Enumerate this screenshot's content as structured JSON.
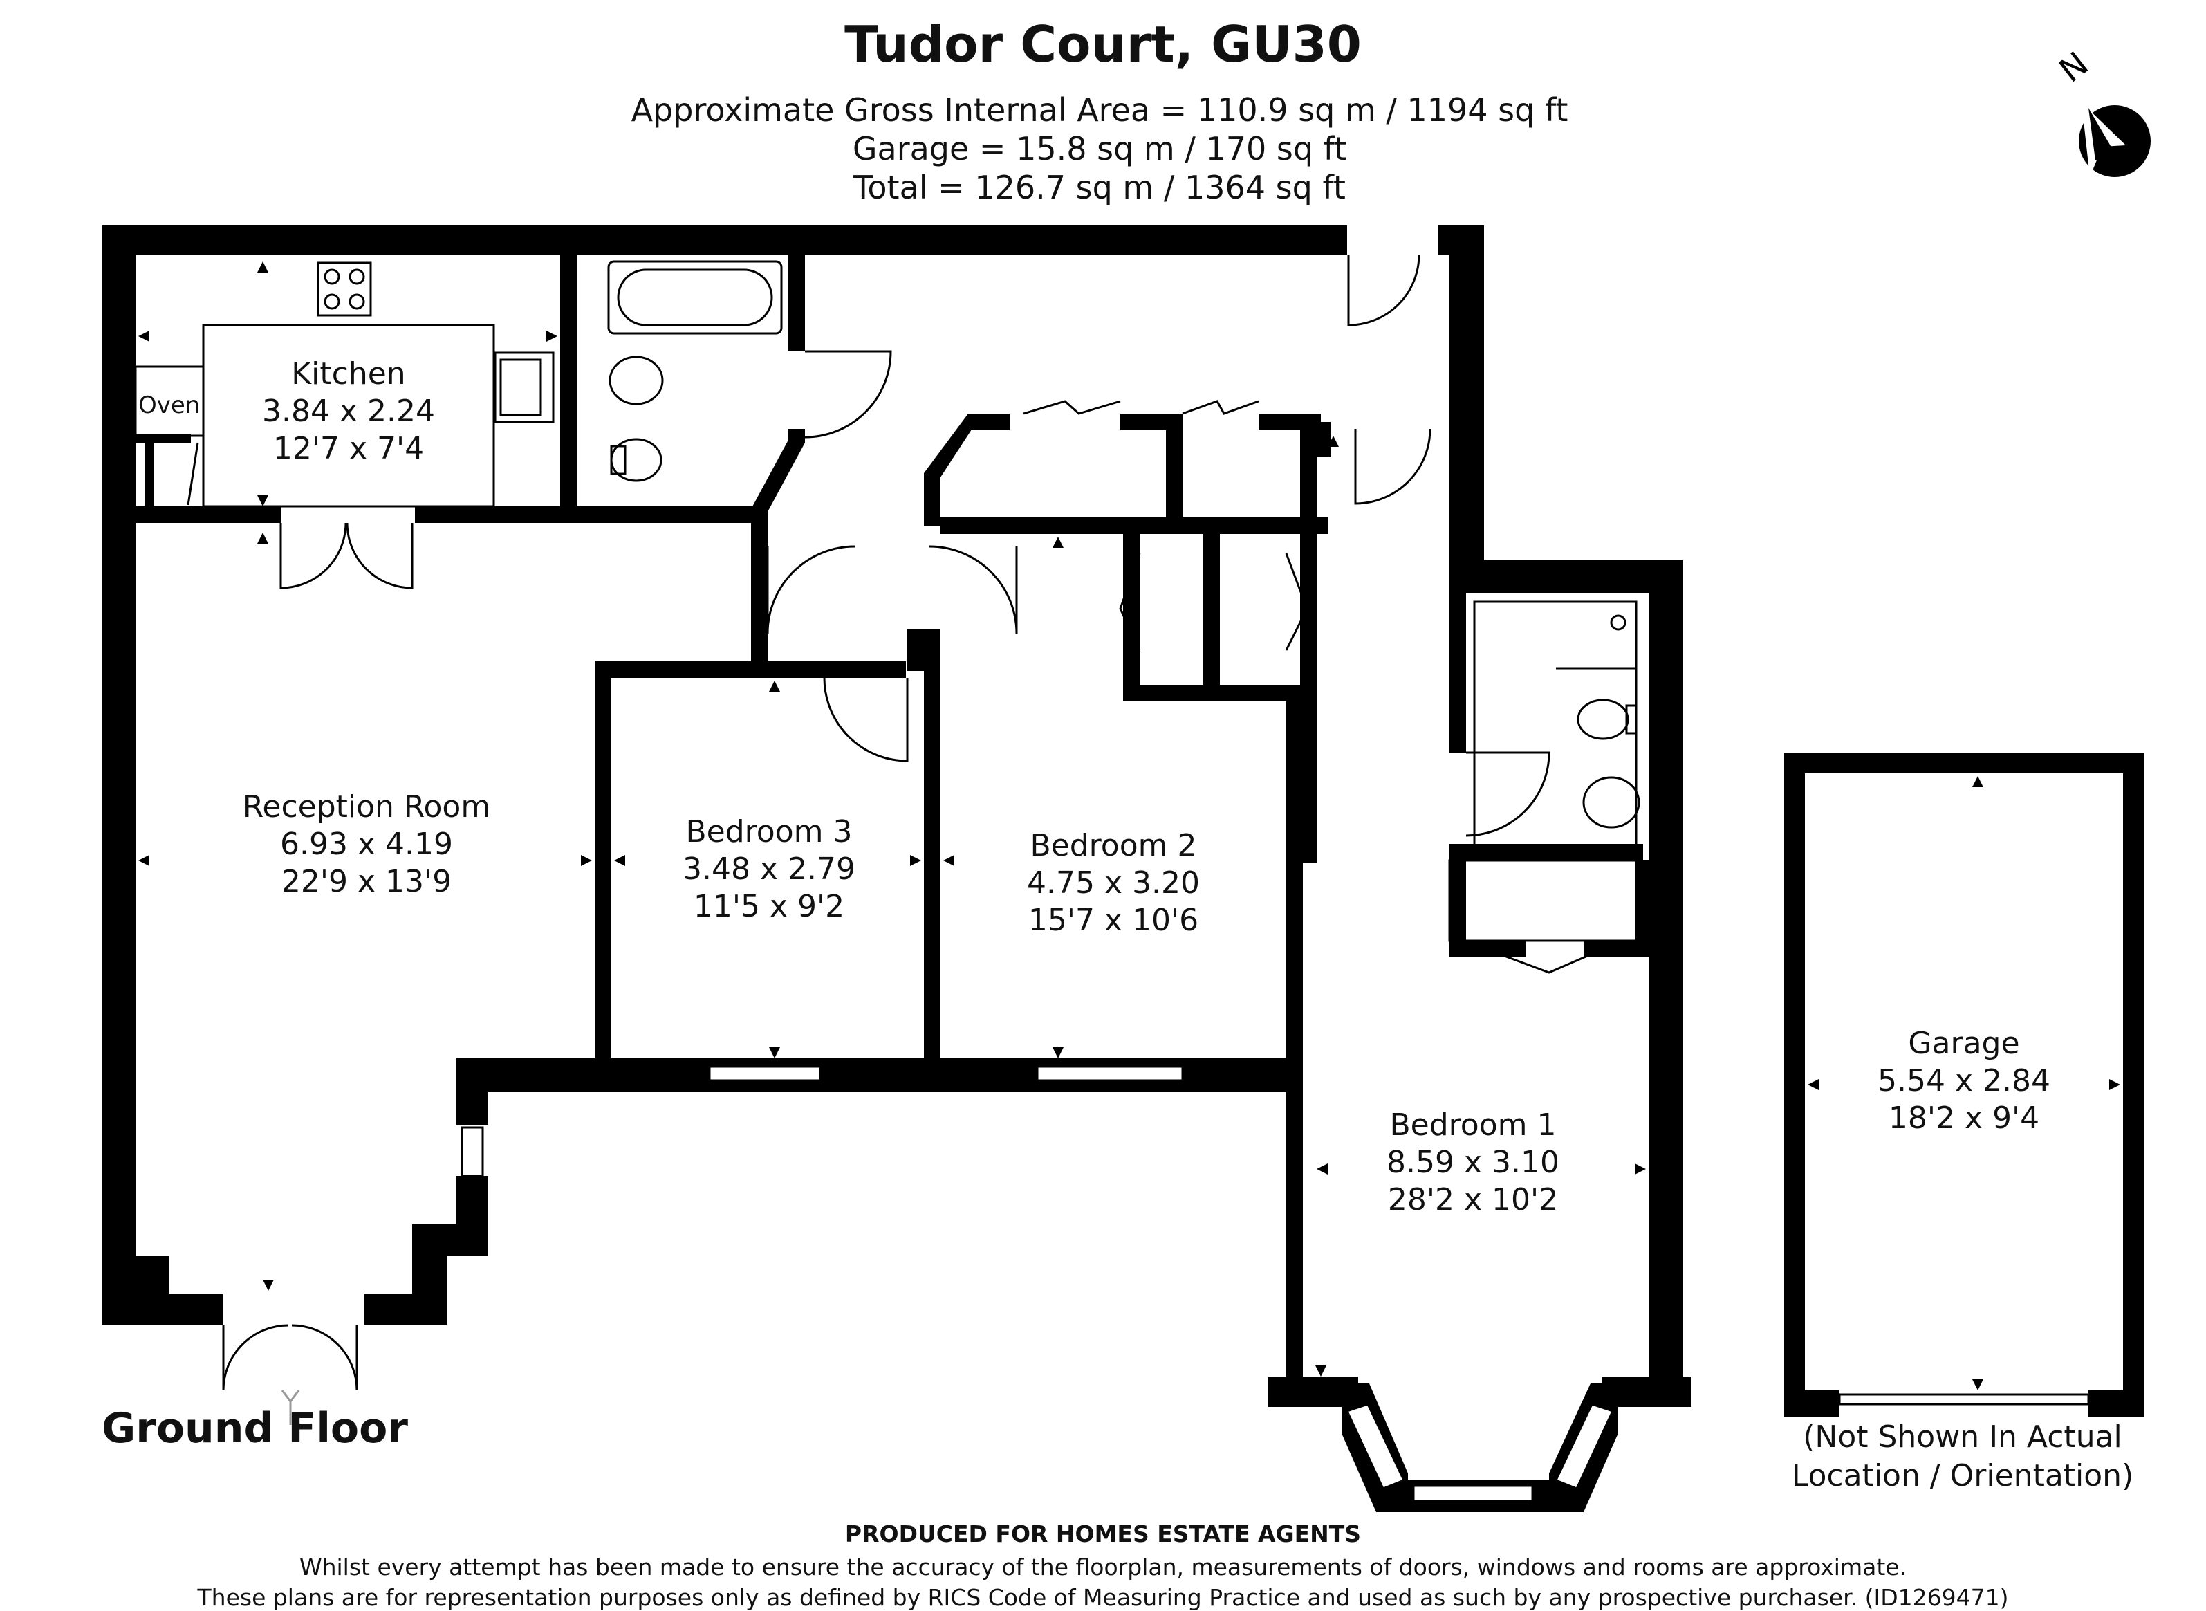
{
  "header": {
    "title": "Tudor Court, GU30",
    "area_lines": [
      "Approximate Gross Internal Area = 110.9 sq m / 1194 sq ft",
      "Garage = 15.8 sq m / 170 sq ft",
      "Total = 126.7 sq m / 1364 sq ft"
    ]
  },
  "compass": {
    "label": "N",
    "icon": "north-arrow-icon"
  },
  "floor_label": "Ground Floor",
  "rooms": {
    "kitchen": {
      "name": "Kitchen",
      "metric": "3.84 x 2.24",
      "imperial": "12'7 x 7'4"
    },
    "oven": {
      "name": "Oven"
    },
    "reception": {
      "name": "Reception Room",
      "metric": "6.93 x 4.19",
      "imperial": "22'9 x 13'9"
    },
    "bedroom3": {
      "name": "Bedroom 3",
      "metric": "3.48 x 2.79",
      "imperial": "11'5 x 9'2"
    },
    "bedroom2": {
      "name": "Bedroom 2",
      "metric": "4.75 x 3.20",
      "imperial": "15'7 x 10'6"
    },
    "bedroom1": {
      "name": "Bedroom 1",
      "metric": "8.59 x 3.10",
      "imperial": "28'2 x 10'2"
    },
    "garage": {
      "name": "Garage",
      "metric": "5.54 x 2.84",
      "imperial": "18'2 x 9'4"
    }
  },
  "garage_note": [
    "(Not Shown In Actual",
    "Location / Orientation)"
  ],
  "footer": {
    "produced": "PRODUCED FOR HOMES ESTATE AGENTS",
    "disclaimer": [
      "Whilst every attempt has been made to ensure the accuracy of the floorplan, measurements of doors, windows and rooms are approximate.",
      "These plans are for representation purposes only as defined by RICS Code of Measuring Practice and used as such by any prospective purchaser. (ID1269471)"
    ]
  },
  "colors": {
    "wall": "#000000",
    "background": "#ffffff",
    "text": "#111111"
  }
}
